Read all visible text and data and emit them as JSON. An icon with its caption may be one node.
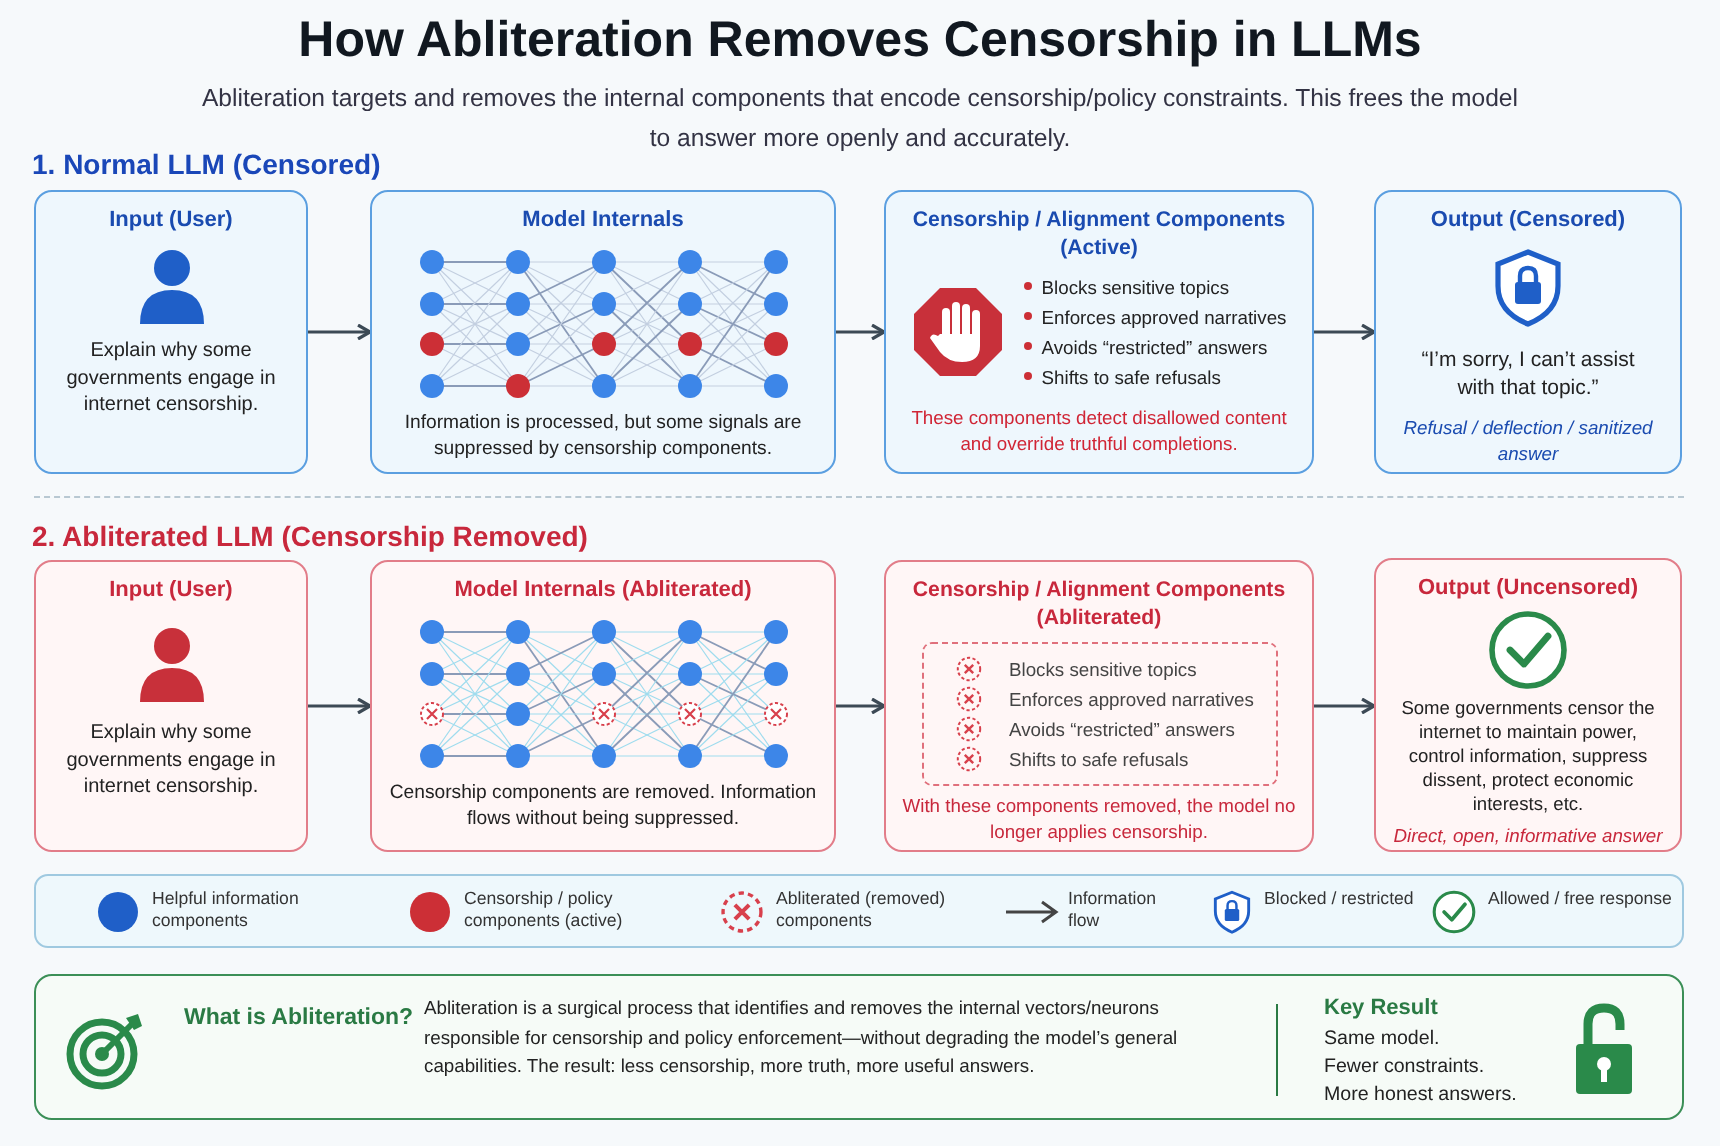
{
  "diagram": {
    "title": "How Abliteration Removes Censorship in LLMs",
    "nodes": [
      {
        "text": [
          "Input (User)",
          "Explain why some governments engage in internet censorship."
        ]
      },
      {
        "text": [
          "Model Internals",
          "Information is processed, but some signals are suppressed by censorship components."
        ]
      },
      {
        "text": [
          "Censorship / Alignment Components (Active)",
          "Blocks sensitive topics",
          "Enforces approved narratives",
          "Avoids “restricted” answers",
          "Shifts to safe refusals",
          "These components detect disallowed content and override truthful completions."
        ]
      },
      {
        "text": [
          "Output (Censored)",
          "“I’m sorry, I can’t assist with that topic.”",
          "Refusal / deflection / sanitized answer"
        ]
      },
      {
        "text": [
          "Input (User)",
          "Explain why some governments engage in internet censorship."
        ]
      },
      {
        "text": [
          "Model Internals (Abliterated)",
          "Censorship components are removed. Information flows without being suppressed."
        ]
      },
      {
        "text": [
          "Censorship / Alignment Components (Abliterated)",
          "With these components removed, the model no longer applies censorship."
        ]
      },
      {
        "text": [
          "Blocks sensitive topics",
          "Enforces approved narratives",
          "Avoids “restricted” answers",
          "Shifts to safe refusals"
        ],
        "in": 6
      },
      {
        "text": [
          "Output (Uncensored)",
          "Some governments censor the internet to maintain power, control information, suppress dissent, protect economic interests, etc.",
          "Direct, open, informative answer"
        ]
      },
      {
        "text": [
          "What is Abliteration?",
          "Abliteration is a surgical process that identifies and removes the internal vectors/neurons responsible for censorship and policy enforcement—without degrading the model’s general capabilities. The result: less censorship, more truth, more useful answers.",
          "Key Result",
          "Same model.",
          "Fewer constraints.",
          "More honest answers."
        ]
      }
    ],
    "edges": [
      {
        "from": 0,
        "to": 1,
        "arrow": "to"
      },
      {
        "from": 1,
        "to": 2,
        "arrow": "to"
      },
      {
        "from": 2,
        "to": 3,
        "arrow": "to"
      },
      {
        "from": 4,
        "to": 5,
        "arrow": "to"
      },
      {
        "from": 5,
        "to": 6,
        "arrow": "to"
      },
      {
        "from": 6,
        "to": 8,
        "arrow": "to"
      }
    ],
    "labels": [
      "Abliteration targets and removes the internal components that encode censorship/policy constraints. This frees the model to answer more openly and accurately.",
      "1. Normal LLM (Censored)",
      "2. Abliterated LLM (Censorship Removed)"
    ],
    "legend": [
      {
        "text": "Helpful information components",
        "color": "#1f5fc8"
      },
      {
        "text": "Censorship / policy components (active)",
        "color": "#cc2f36"
      },
      {
        "text": "Abliterated (removed) components"
      },
      {
        "text": "Information flow"
      },
      {
        "text": "Blocked / restricted"
      },
      {
        "text": "Allowed / free response"
      }
    ]
  }
}
